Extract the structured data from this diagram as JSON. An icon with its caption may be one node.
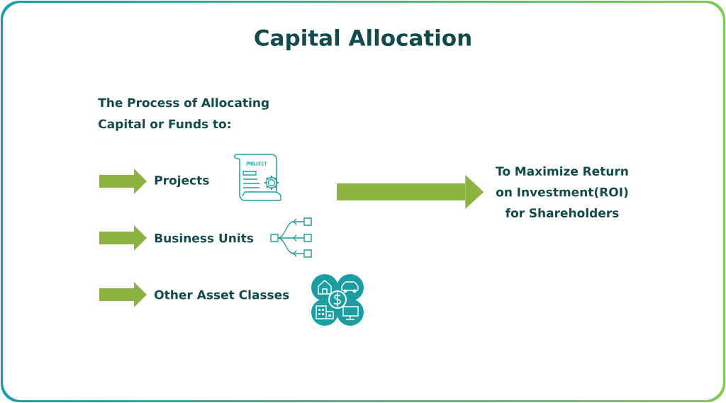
{
  "diagram": {
    "title": "Capital Allocation",
    "nodes": [
      {
        "text": [
          "Projects"
        ]
      },
      {
        "text": [
          "Business Units"
        ]
      },
      {
        "text": [
          "Other Asset Classes"
        ]
      },
      {
        "text": [
          "To Maximize Return on Investment(ROI) for Shareholders"
        ]
      }
    ],
    "edges": [
      {
        "from": null,
        "to": 0,
        "arrow": "to"
      },
      {
        "from": null,
        "to": 1,
        "arrow": "to"
      },
      {
        "from": null,
        "to": 2,
        "arrow": "to"
      },
      {
        "from": null,
        "to": 3,
        "arrow": "to"
      }
    ],
    "labels": [
      "The Process of Allocating Capital or Funds to:",
      "PROJECT"
    ]
  }
}
